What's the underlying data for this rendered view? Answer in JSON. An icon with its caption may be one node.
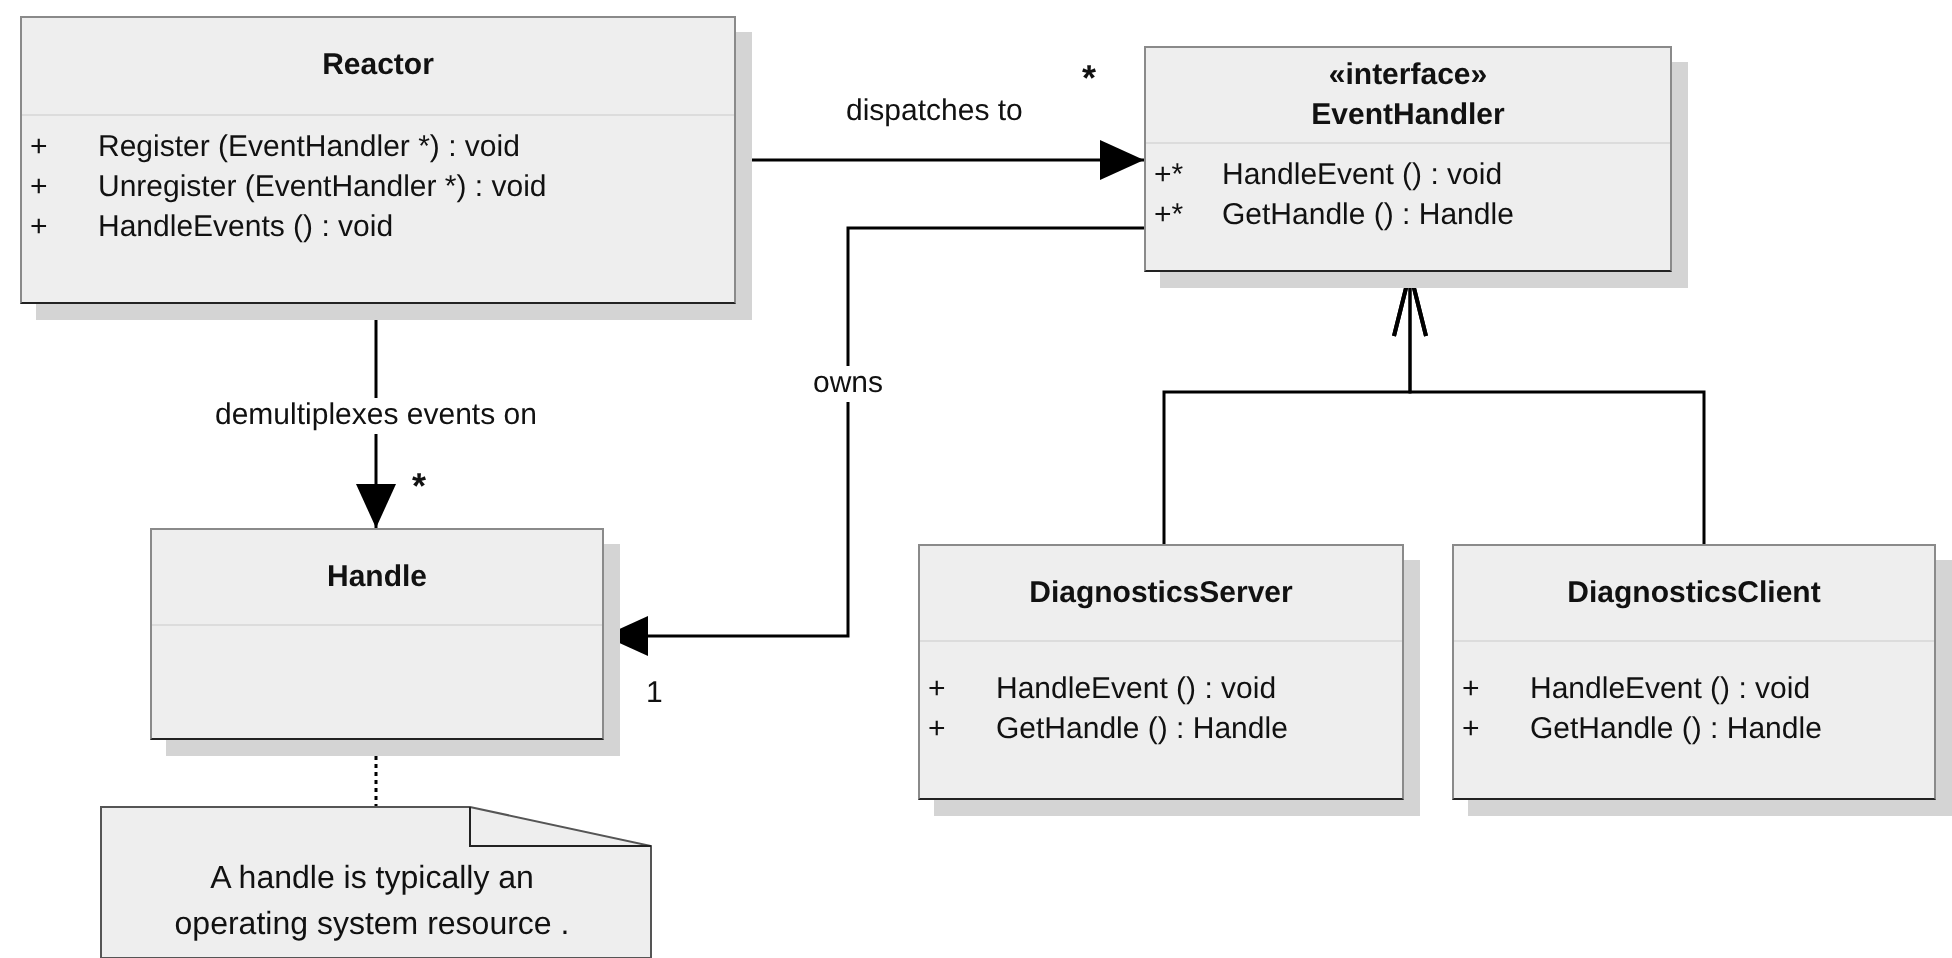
{
  "diagram": {
    "nodes": [
      {
        "text": [
          "Reactor",
          "+",
          "Register (EventHandler *) : void",
          "+",
          "Unregister (EventHandler *) : void",
          "+",
          "HandleEvents () : void"
        ]
      },
      {
        "text": [
          "«interface»",
          "EventHandler",
          "+*",
          "HandleEvent () : void",
          "+*",
          "GetHandle () : Handle"
        ]
      },
      {
        "text": [
          "Handle"
        ]
      },
      {
        "text": [
          "DiagnosticsServer",
          "+",
          "HandleEvent () : void",
          "+",
          "GetHandle () : Handle"
        ]
      },
      {
        "text": [
          "DiagnosticsClient",
          "+",
          "HandleEvent () : void",
          "+",
          "GetHandle () : Handle"
        ]
      },
      {
        "text": [
          "A handle is typically an operating system resource ."
        ]
      }
    ],
    "edges": [
      {
        "from": 0,
        "to": 1,
        "label": "dispatches to",
        "arrow": "to"
      },
      {
        "from": 0,
        "to": 2,
        "label": "demultiplexes events on",
        "arrow": "to"
      },
      {
        "from": 1,
        "to": 2,
        "label": "owns",
        "arrow": "to"
      },
      {
        "from": 3,
        "to": 1,
        "arrow": "to"
      },
      {
        "from": 4,
        "to": 1,
        "arrow": "to"
      },
      {
        "from": 2,
        "to": 5,
        "arrow": "none",
        "style": "dashed"
      }
    ],
    "labels": [
      "*",
      "*",
      "1"
    ]
  }
}
